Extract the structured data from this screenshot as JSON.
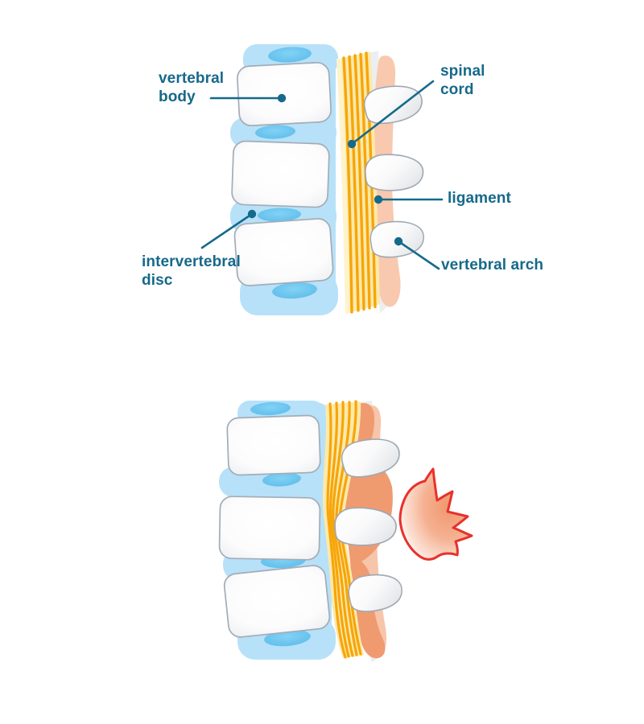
{
  "labels": {
    "vertebral_body": "vertebral\nbody",
    "spinal_cord": "spinal\ncord",
    "ligament": "ligament",
    "vertebral_arch": "vertebral arch",
    "intervertebral_disc": "intervertebral\ndisc"
  },
  "icons": {
    "pain_indicator": "pain-starburst"
  },
  "colors": {
    "background": "#FFFFFF",
    "label_text": "#16698A",
    "pointer_line": "#156A8C",
    "vertebra_fill": "#FFFFFF",
    "vertebra_edge": "#E6E8EA",
    "vertebra_outline": "#A3ACB6",
    "disc_blue": "#5FBEEC",
    "column_blue": "#B7E1F8",
    "cord_yellow": "#FFE9A8",
    "cord_stripe_orange": "#F6A50A",
    "ligament_pink": "#F8C9AE",
    "thickened_ligament": "#F09A70",
    "pain_red": "#E8312B"
  }
}
